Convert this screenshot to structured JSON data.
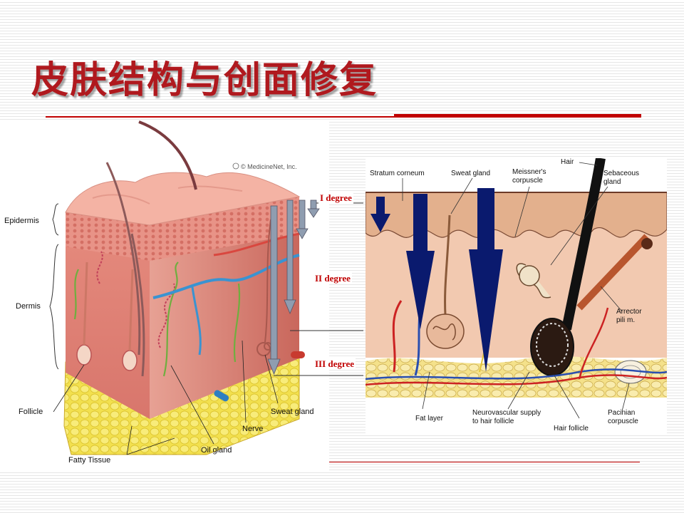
{
  "title": "皮肤结构与创面修复",
  "left_diagram": {
    "copyright": "© MedicineNet, Inc.",
    "labels": {
      "epidermis": "Epidermis",
      "dermis": "Dermis",
      "follicle": "Follicle",
      "fatty_tissue": "Fatty Tissue",
      "oil_gland": "Oil gland",
      "nerve": "Nerve",
      "sweat_gland": "Sweat gland"
    }
  },
  "burn_degrees": {
    "first": "I degree",
    "second": "II degree",
    "third": "III degree"
  },
  "right_diagram": {
    "labels": {
      "stratum_corneum": "Stratum corneum",
      "sweat_gland": "Sweat gland",
      "meissner_line1": "Meissner's",
      "meissner_line2": "corpuscle",
      "hair": "Hair",
      "sebaceous_line1": "Sebaceous",
      "sebaceous_line2": "gland",
      "arrector_line1": "Arrector",
      "arrector_line2": "pili m.",
      "fat_layer": "Fat layer",
      "neuro_line1": "Neurovascular supply",
      "neuro_line2": "to hair follicle",
      "hair_follicle": "Hair follicle",
      "pacinian_line1": "Pacinian",
      "pacinian_line2": "corpuscle"
    }
  },
  "colors": {
    "title": "#b0191e",
    "rule": "#c00000",
    "degree_text": "#c00000",
    "arrow_blue": "#0a1a6e",
    "arrow_grey": "#8f9db0"
  }
}
